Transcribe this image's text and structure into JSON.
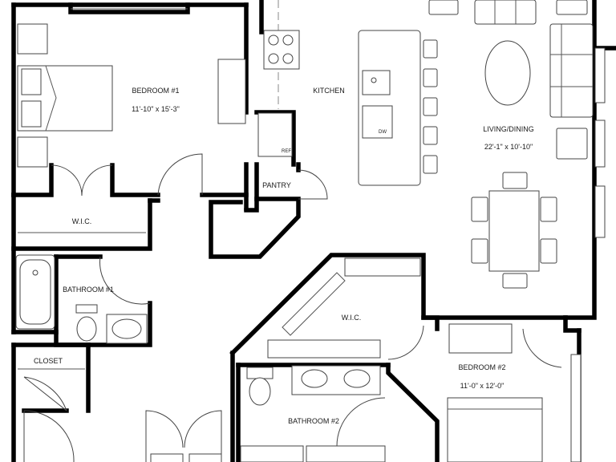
{
  "rooms": {
    "bedroom1": {
      "name": "BEDROOM #1",
      "size": "11'-10\" x 15'-3\""
    },
    "kitchen": {
      "name": "KITCHEN"
    },
    "living": {
      "name": "LIVING/DINING",
      "size": "22'-1\" x 10'-10\""
    },
    "pantry": {
      "name": "PANTRY"
    },
    "wic1": {
      "name": "W.I.C."
    },
    "bath1": {
      "name": "BATHROOM #1"
    },
    "closet": {
      "name": "CLOSET"
    },
    "wic2": {
      "name": "W.I.C."
    },
    "bedroom2": {
      "name": "BEDROOM #2",
      "size": "11'-0\" x 12'-0\""
    },
    "bath2": {
      "name": "BATHROOM #2"
    }
  },
  "appliances": {
    "refrigerator": "REF",
    "dishwasher": "DW"
  }
}
